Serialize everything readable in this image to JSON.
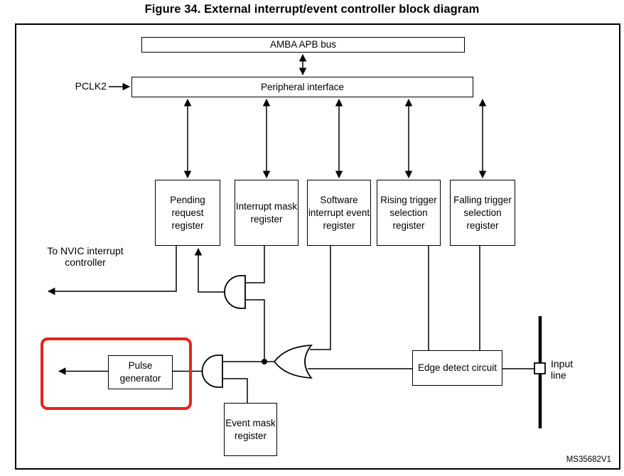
{
  "figure": {
    "title": "Figure 34. External interrupt/event controller block diagram",
    "watermark": "MS35682V1"
  },
  "blocks": {
    "amba_apb_bus": "AMBA APB bus",
    "peripheral_interface": "Peripheral interface",
    "pending_request_register": "Pending request register",
    "interrupt_mask_register": "Interrupt mask register",
    "software_interrupt_event_register": "Software interrupt event register",
    "rising_trigger_selection_register": "Rising trigger selection register",
    "falling_trigger_selection_register": "Falling trigger selection register",
    "pulse_generator": "Pulse generator",
    "event_mask_register": "Event mask register",
    "edge_detect_circuit": "Edge detect circuit"
  },
  "labels": {
    "pclk2": "PCLK2",
    "to_nvic_interrupt_controller": "To NVIC interrupt controller",
    "input_line": "Input line"
  },
  "colors": {
    "highlight_red": "#e8231c",
    "line_black": "#000000"
  }
}
